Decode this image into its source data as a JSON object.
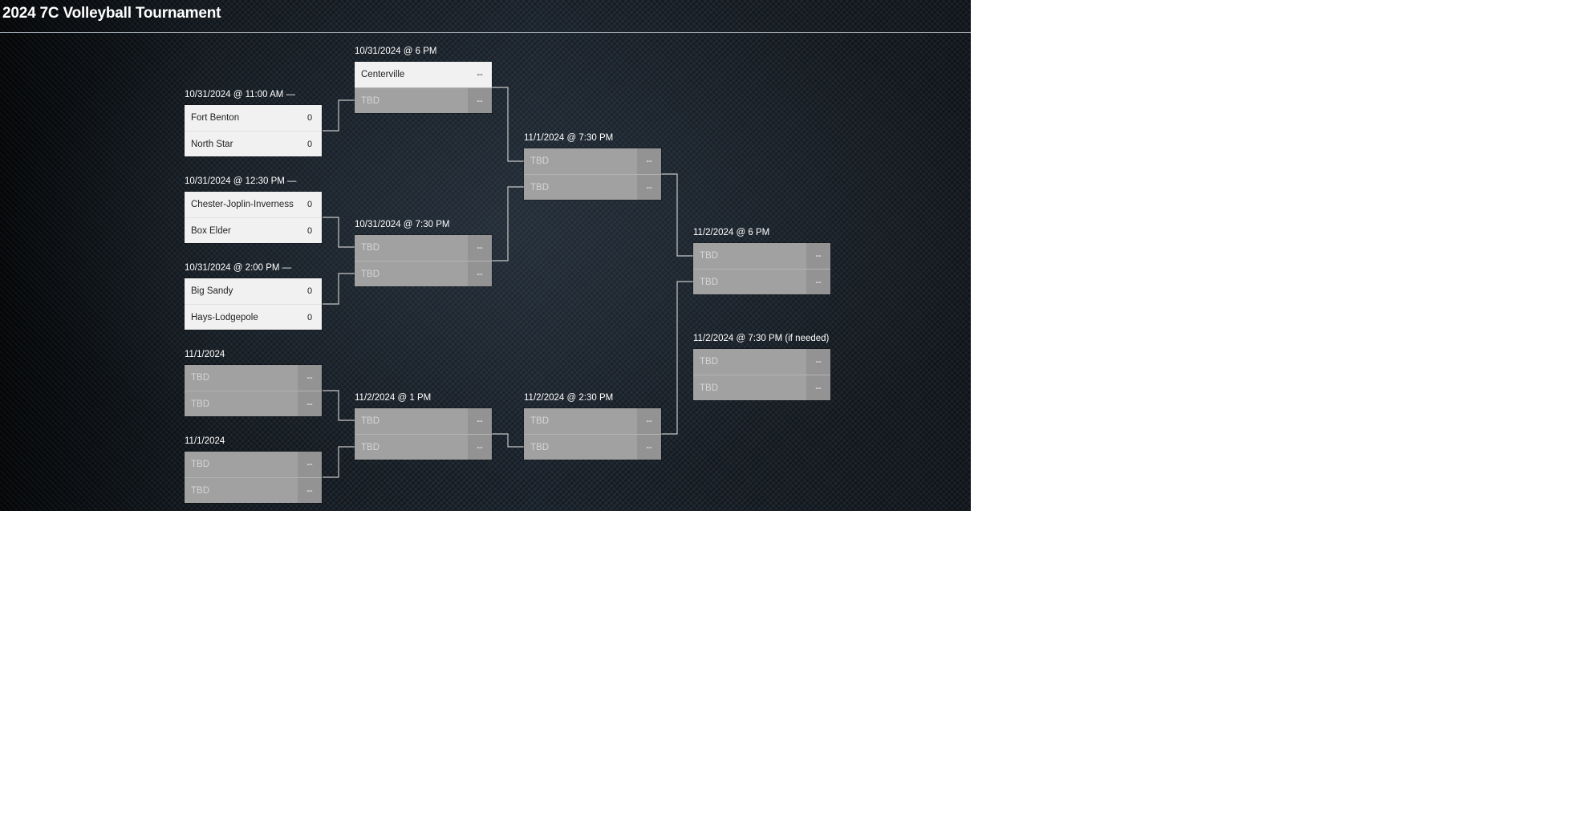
{
  "page": {
    "title": "2024 7C Volleyball Tournament"
  },
  "colors": {
    "background": "#1b232b",
    "known_cell": "#f1f1f1",
    "tbd_cell": "#a1a1a1",
    "connector": "#c8c8c8"
  },
  "bracket": {
    "r1": [
      {
        "label": "10/31/2024 @ 11:00 AM —",
        "teams": [
          {
            "name": "Fort Benton",
            "score": "0"
          },
          {
            "name": "North Star",
            "score": "0"
          }
        ]
      },
      {
        "label": "10/31/2024 @ 12:30 PM —",
        "teams": [
          {
            "name": "Chester-Joplin-Inverness",
            "score": "0"
          },
          {
            "name": "Box Elder",
            "score": "0"
          }
        ]
      },
      {
        "label": "10/31/2024 @ 2:00 PM —",
        "teams": [
          {
            "name": "Big Sandy",
            "score": "0"
          },
          {
            "name": "Hays-Lodgepole",
            "score": "0"
          }
        ]
      },
      {
        "label": "11/1/2024",
        "teams": [
          {
            "name": "TBD",
            "score": "--"
          },
          {
            "name": "TBD",
            "score": "--"
          }
        ]
      },
      {
        "label": "11/1/2024",
        "teams": [
          {
            "name": "TBD",
            "score": "--"
          },
          {
            "name": "TBD",
            "score": "--"
          }
        ]
      }
    ],
    "r2": [
      {
        "label": "10/31/2024 @ 6 PM",
        "teams": [
          {
            "name": "Centerville",
            "score": "--"
          },
          {
            "name": "TBD",
            "score": "--"
          }
        ]
      },
      {
        "label": "10/31/2024 @ 7:30 PM",
        "teams": [
          {
            "name": "TBD",
            "score": "--"
          },
          {
            "name": "TBD",
            "score": "--"
          }
        ]
      },
      {
        "label": "11/2/2024 @ 1 PM",
        "teams": [
          {
            "name": "TBD",
            "score": "--"
          },
          {
            "name": "TBD",
            "score": "--"
          }
        ]
      }
    ],
    "r3": [
      {
        "label": "11/1/2024 @ 7:30 PM",
        "teams": [
          {
            "name": "TBD",
            "score": "--"
          },
          {
            "name": "TBD",
            "score": "--"
          }
        ]
      },
      {
        "label": "11/2/2024 @ 2:30 PM",
        "teams": [
          {
            "name": "TBD",
            "score": "--"
          },
          {
            "name": "TBD",
            "score": "--"
          }
        ]
      }
    ],
    "r4": [
      {
        "label": "11/2/2024 @ 6 PM",
        "teams": [
          {
            "name": "TBD",
            "score": "--"
          },
          {
            "name": "TBD",
            "score": "--"
          }
        ]
      },
      {
        "label": "11/2/2024 @ 7:30 PM (if needed)",
        "teams": [
          {
            "name": "TBD",
            "score": "--"
          },
          {
            "name": "TBD",
            "score": "--"
          }
        ]
      }
    ]
  }
}
